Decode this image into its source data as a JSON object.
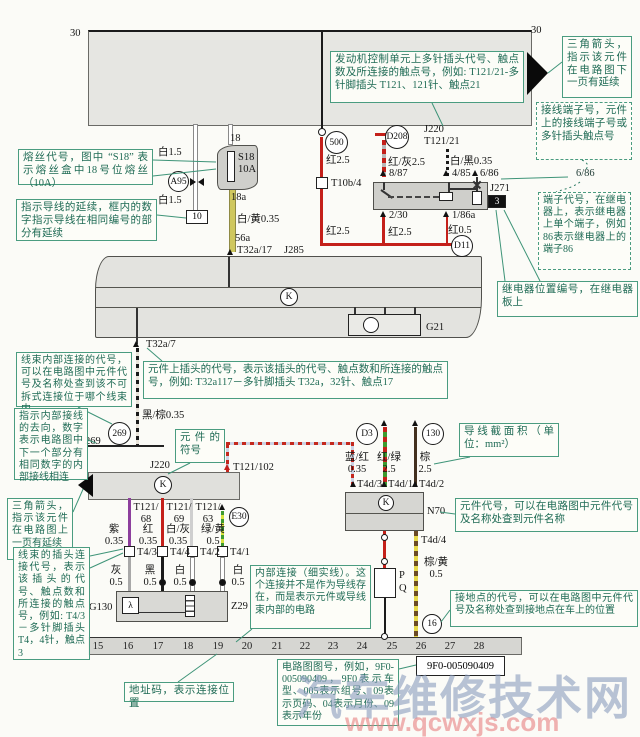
{
  "labels": {
    "l30": "30",
    "r30": "30",
    "f18": "18",
    "fS18": "S18",
    "f10A": "10A",
    "f18a": "18a",
    "a95": "A95",
    "box10": "10",
    "white15a": "白1.5",
    "white15b": "白1.5",
    "wy035": "白/黄0.35",
    "s56a": "56a",
    "t32a17": "T32a/17",
    "j285": "J285",
    "n500": "500",
    "d208": "D208",
    "j220t": "J220",
    "t12121": "T121/21",
    "red25a": "红2.5",
    "t10b4": "T10b/4",
    "red25b": "红2.5",
    "redgray": "红/灰2.5",
    "whiteblack": "白/黑0.35",
    "t887": "8/87",
    "t485": "4/85",
    "t686": "6/86",
    "t686ex": "6/86",
    "j271": "J271",
    "j271n": "3",
    "t230": "2/30",
    "t186a": "1/86a",
    "red25c": "红2.5",
    "red05": "红0.5",
    "d11": "D11",
    "g21": "G21",
    "k": "K",
    "t32a7": "T32a/7",
    "blackbrown": "黑/棕0.35",
    "c269": "269",
    "t269": "269",
    "j220b": "J220",
    "t121102": "T121/102",
    "d3": "D3",
    "n130": "130",
    "bluered": "蓝/红\n0.35",
    "redgreen": "红/绿\n2.5",
    "brown": "棕\n2.5",
    "t4d3": "T4d/3",
    "t4d1": "T4d/1",
    "t4d2": "T4d/2",
    "t4d4": "T4d/4",
    "n70": "N70",
    "brownyellow": "棕/黄\n0.5",
    "p": "P",
    "q": "Q",
    "n16": "16",
    "t12168": "T121/\n68",
    "t12169": "T121/\n69",
    "t12163": "T121/\n63",
    "e30": "E30",
    "purple": "紫\n0.35",
    "red035": "红\n0.35",
    "whitegray": "白/灰\n0.35",
    "greenyellow": "绿/黄\n0.5",
    "t43": "T4/3",
    "t44": "T4/4",
    "t42": "T4/2",
    "t41": "T4/1",
    "gray05": "灰\n0.5",
    "black05": "黑\n0.5",
    "white05a": "白\n0.5",
    "white05b": "白\n0.5",
    "g130": "G130",
    "z29": "Z29",
    "lambda": "λ"
  },
  "callouts": {
    "ecu_plug": "发动机控制单元上多针插头代号、触点数及所连接的触点号，例如: T121/21-多针脚插头 T121、121针、触点21",
    "arrow_next": "三角箭头，指示该元件在电路图下一页有延续",
    "terminal_no": "接线端子号，元件上的接线端子号或多针插头触点号",
    "terminal_code": "端子代号，在继电器上，表示继电器上单个端子，例如86表示继电器上的端子86",
    "relay_pos": "继电器位置编号，在继电器板上",
    "fuse_code": "熔丝代号，图中 “S18” 表示熔丝盒中18号位熔丝（10A）",
    "wire_cont": "指示导线的延续，框内的数字指示导线在相同编号的部分有延续",
    "harness_conn": "线束内部连接的代号，可以在电路图中元件代号及名称处查到该不可拆式连接位于哪个线束内",
    "internal_dir": "指示内部接线的去向，数字表示电路图中下一个部分有相同数字的内部接线相连",
    "plug_code": "元件上插头的代号，表示该插头的代号、触点数和所连接的触点号，例如: T32a117－多针脚插头 T32a，32针、触点17",
    "comp_symbol": "元件的符号",
    "arrow_prev": "三角箭头，指示该元件在电路图上一页有延续",
    "wire_cross": "导线截面积（单位：mm²）",
    "comp_code": "元件代号，可以在电路图中元件代号及名称处查到元件名称",
    "harness_plug": "线束的插头连接代号，表示该插头的代号、触点数和所连接的触点号，例如: T4/3－多针脚插头T4，4针，触点3",
    "internal_conn": "内部连接（细实线）。这个连接并不是作为导线存在，而是表示元件或导线束内部的电路",
    "ground_code": "接地点的代号，可以在电路图中元件代号及名称处查到接地点在车上的位置",
    "addr_code": "地址码，表示连接位置",
    "diagram_no": "电路图图号，例如，9F0-005090409，9F0表示车型、005表示组号、09表示页码、04表示月份、09表示年份"
  },
  "tracks": [
    "15",
    "16",
    "17",
    "18",
    "19",
    "20",
    "21",
    "22",
    "23",
    "24",
    "25",
    "26",
    "27",
    "28"
  ],
  "footer": {
    "diagram_number": "9F0-005090409"
  },
  "watermark": {
    "name": "汽车维修技术网",
    "url": "www.qcwxjs.com"
  },
  "colors": {
    "wire_red": "#c4201a",
    "callout_border": "#4a9c80",
    "callout_text": "#1f6b55",
    "band_gray": "#e6e6e2"
  }
}
